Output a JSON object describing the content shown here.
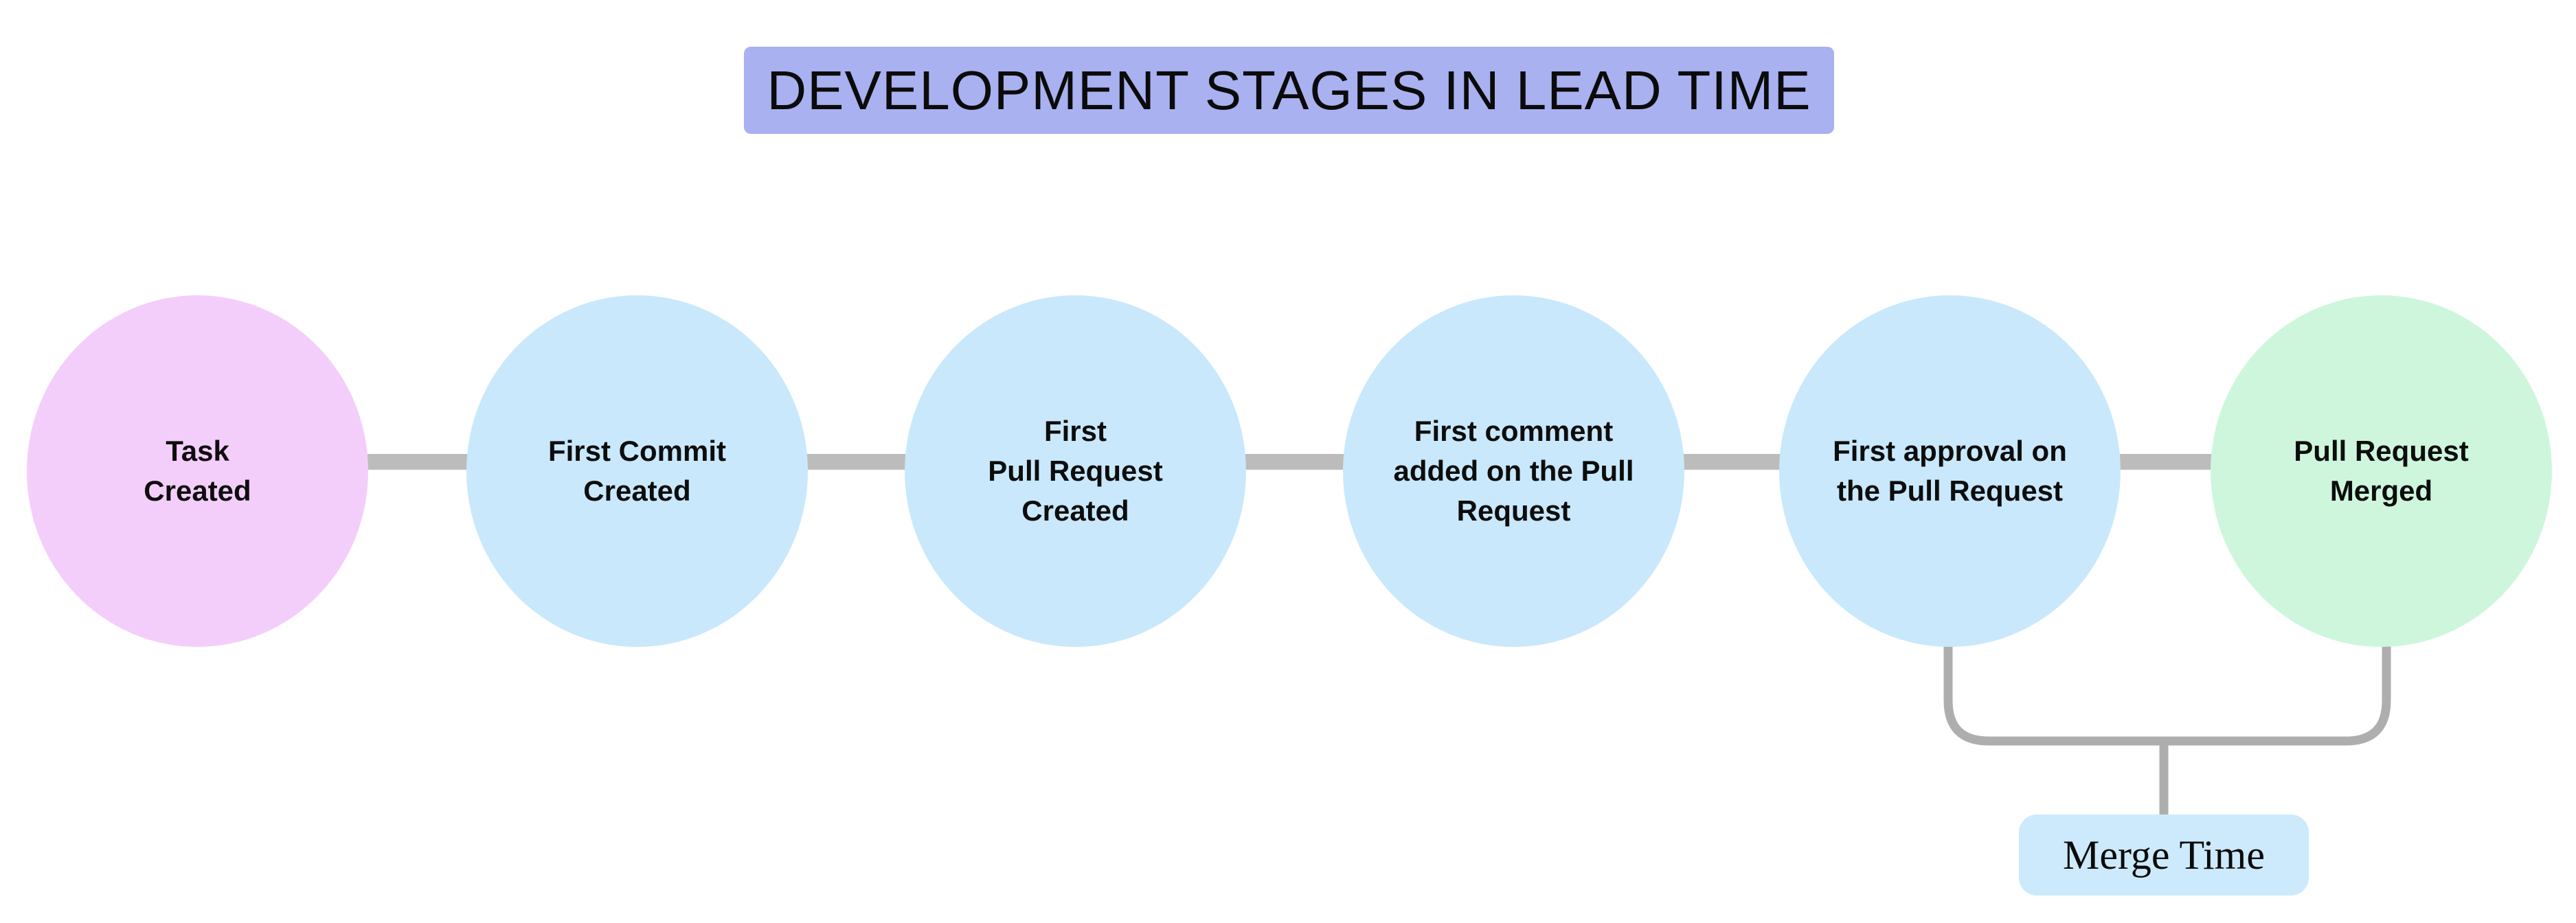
{
  "title": {
    "text": "DEVELOPMENT STAGES IN LEAD TIME",
    "background": "#a9b1f0"
  },
  "stages": [
    {
      "label": "Task\nCreated",
      "color": "#f4cefa",
      "role": "start"
    },
    {
      "label": "First Commit\nCreated",
      "color": "#c9e8fb",
      "role": "middle"
    },
    {
      "label": "First\nPull Request\nCreated",
      "color": "#c9e8fb",
      "role": "middle"
    },
    {
      "label": "First comment\nadded on the Pull\nRequest",
      "color": "#c9e8fb",
      "role": "middle"
    },
    {
      "label": "First approval on\nthe Pull Request",
      "color": "#c9e8fb",
      "role": "middle"
    },
    {
      "label": "Pull Request\nMerged",
      "color": "#cef6dd",
      "role": "end"
    }
  ],
  "annotation": {
    "label": "Merge Time",
    "background": "#cdeafc",
    "spans_from": "First approval on the Pull Request",
    "spans_to": "Pull Request Merged"
  },
  "colors": {
    "connector": "#bcbcbc",
    "bracket": "#aeaeae"
  }
}
